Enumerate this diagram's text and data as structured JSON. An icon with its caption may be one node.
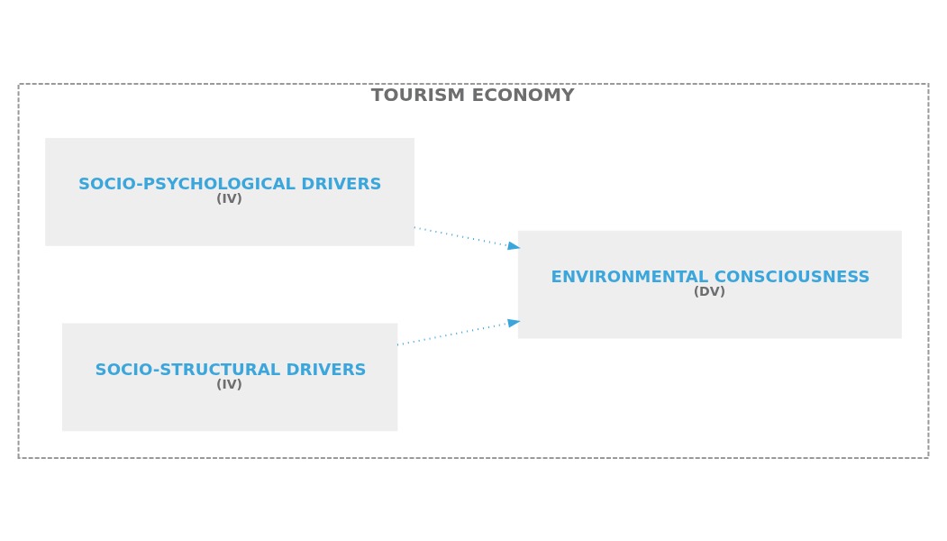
{
  "diagram": {
    "nodes": [
      {
        "text": [
          "TOURISM ECONOMY"
        ]
      },
      {
        "text": [
          "SOCIO-PSYCHOLOGICAL DRIVERS",
          "(IV)"
        ],
        "in": 0
      },
      {
        "text": [
          "SOCIO-STRUCTURAL DRIVERS",
          "(IV)"
        ],
        "in": 0
      },
      {
        "text": [
          "ENVIRONMENTAL CONSCIOUSNESS",
          "(DV)"
        ],
        "in": 0
      }
    ],
    "edges": [
      {
        "from": 1,
        "to": 3,
        "arrow": "to",
        "style": "dashed"
      },
      {
        "from": 2,
        "to": 3,
        "arrow": "to",
        "style": "dashed"
      }
    ]
  }
}
